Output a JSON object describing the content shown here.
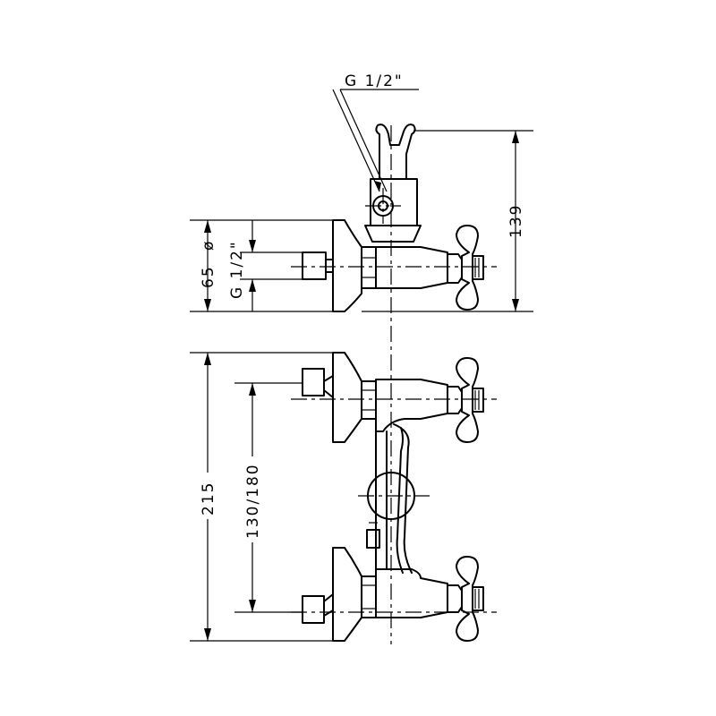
{
  "dimensions": {
    "thread_top": "G 1/2\"",
    "height_top": "139",
    "side_left": "65",
    "side_phi": "ø",
    "side_thread": "G 1/2\"",
    "total_height": "215",
    "center_distance": "130/180"
  }
}
